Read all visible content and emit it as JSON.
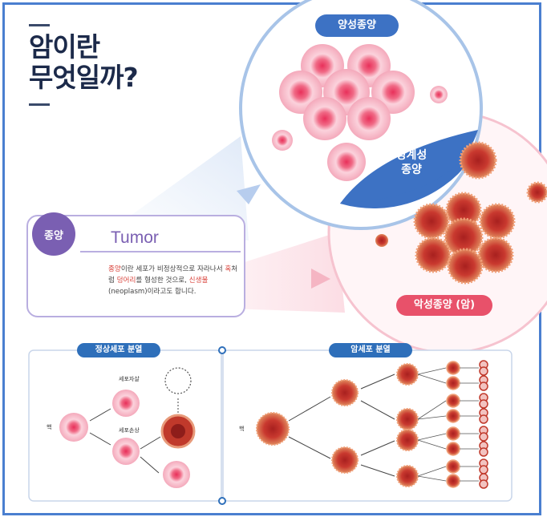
{
  "title_line1": "암이란",
  "title_line2": "무엇일까?",
  "benign_label": "양성종양",
  "borderline_line1": "경계성",
  "borderline_line2": "종양",
  "malignant_label": "악성종양 (암)",
  "tumor_badge": "종양",
  "tumor_word": "Tumor",
  "desc": {
    "p1": "종양",
    "p2": "이란 세포가 비정상적으로 자라나서 ",
    "p3": "혹",
    "p4": "처럼 ",
    "p5": "덩어리",
    "p6": "를 형성한 것으로, ",
    "p7": "신생물",
    "p8": "(neoplasm)이라고도 합니다."
  },
  "normal_section": "정상세포 분열",
  "cancer_section": "암세포 분열",
  "nucleus_label": "핵",
  "apoptosis_label": "세포자살",
  "damage_label": "세포손상",
  "colors": {
    "frame": "#4a7fd0",
    "benign": "#3d72c4",
    "malignant": "#e8516a",
    "purple": "#7a5fb2",
    "cancer_cell": "#c0392b"
  }
}
